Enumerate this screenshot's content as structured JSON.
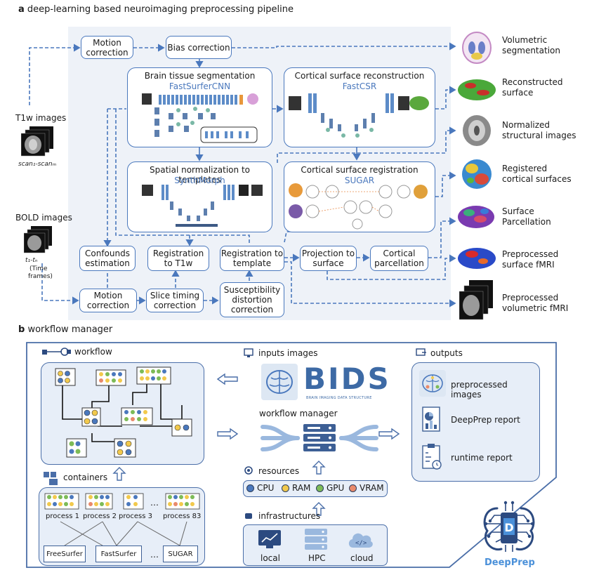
{
  "panel_a": {
    "letter": "a",
    "title": "deep-learning based neuroimaging preprocessing pipeline",
    "inputs": {
      "t1w_label": "T1w images",
      "t1w_caption": "scan₁-scanₘ",
      "bold_label": "BOLD images",
      "bold_caption_1": "t₁-tₙ",
      "bold_caption_2": "(Time",
      "bold_caption_3": "frames)"
    },
    "steps": {
      "motion_correction_top": "Motion correction",
      "bias_correction": "Bias correction",
      "brain_tissue_title": "Brain tissue segmentation",
      "brain_tissue_model": "FastSurferCNN",
      "cortical_recon_title": "Cortical surface reconstruction",
      "cortical_recon_model": "FastCSR",
      "spatial_norm_title": "Spatial normalization to templates",
      "spatial_norm_model": "SynthMorph",
      "cortical_reg_title": "Cortical surface registration",
      "cortical_reg_model": "SUGAR",
      "confounds": "Confounds estimation",
      "reg_t1w": "Registration to T1w",
      "reg_template": "Registration to template",
      "projection": "Projection to surface",
      "parcellation": "Cortical parcellation",
      "motion_correction_bottom": "Motion correction",
      "slice_timing": "Slice timing correction",
      "susceptibility": "Susceptibility distortion correction"
    },
    "outputs": [
      {
        "label": "Volumetric segmentation",
        "icon": "segmentation-brain-icon"
      },
      {
        "label": "Reconstructed surface",
        "icon": "surface-brain-icon"
      },
      {
        "label": "Normalized structural images",
        "icon": "structural-brain-icon"
      },
      {
        "label": "Registered cortical surfaces",
        "icon": "sphere-icon"
      },
      {
        "label": "Surface Parcellation",
        "icon": "parcellation-brain-icon"
      },
      {
        "label": "Preprocessed surface fMRI",
        "icon": "surface-fmri-icon"
      },
      {
        "label": "Preprocessed volumetric fMRI",
        "icon": "volumetric-fmri-icon"
      }
    ],
    "colors": {
      "accent": "#4a78bd",
      "panel_bg": "#eef2f8"
    }
  },
  "panel_b": {
    "letter": "b",
    "title": "workflow manager",
    "workflow_label": "workflow",
    "containers_label": "containers",
    "processes": [
      "process 1",
      "process 2",
      "process 3",
      "…",
      "process 83"
    ],
    "containers": [
      "FreeSurfer",
      "FastSurfer",
      "…",
      "SUGAR"
    ],
    "inputs_label": "inputs images",
    "bids_logo": "BIDS",
    "bids_sub": "BRAIN IMAGING DATA STRUCTURE",
    "manager_label": "workflow manager",
    "resources_label": "resources",
    "resources": [
      {
        "label": "CPU",
        "color": "#4a78bd"
      },
      {
        "label": "RAM",
        "color": "#f2c94c"
      },
      {
        "label": "GPU",
        "color": "#7dbb57"
      },
      {
        "label": "VRAM",
        "color": "#e98a6b"
      }
    ],
    "infrastructures_label": "infrastructures",
    "infrastructures": [
      "local",
      "HPC",
      "cloud"
    ],
    "outputs_label": "outputs",
    "outputs": [
      "preprocessed images",
      "DeepPrep report",
      "runtime report"
    ],
    "brand": "DeepPrep"
  }
}
